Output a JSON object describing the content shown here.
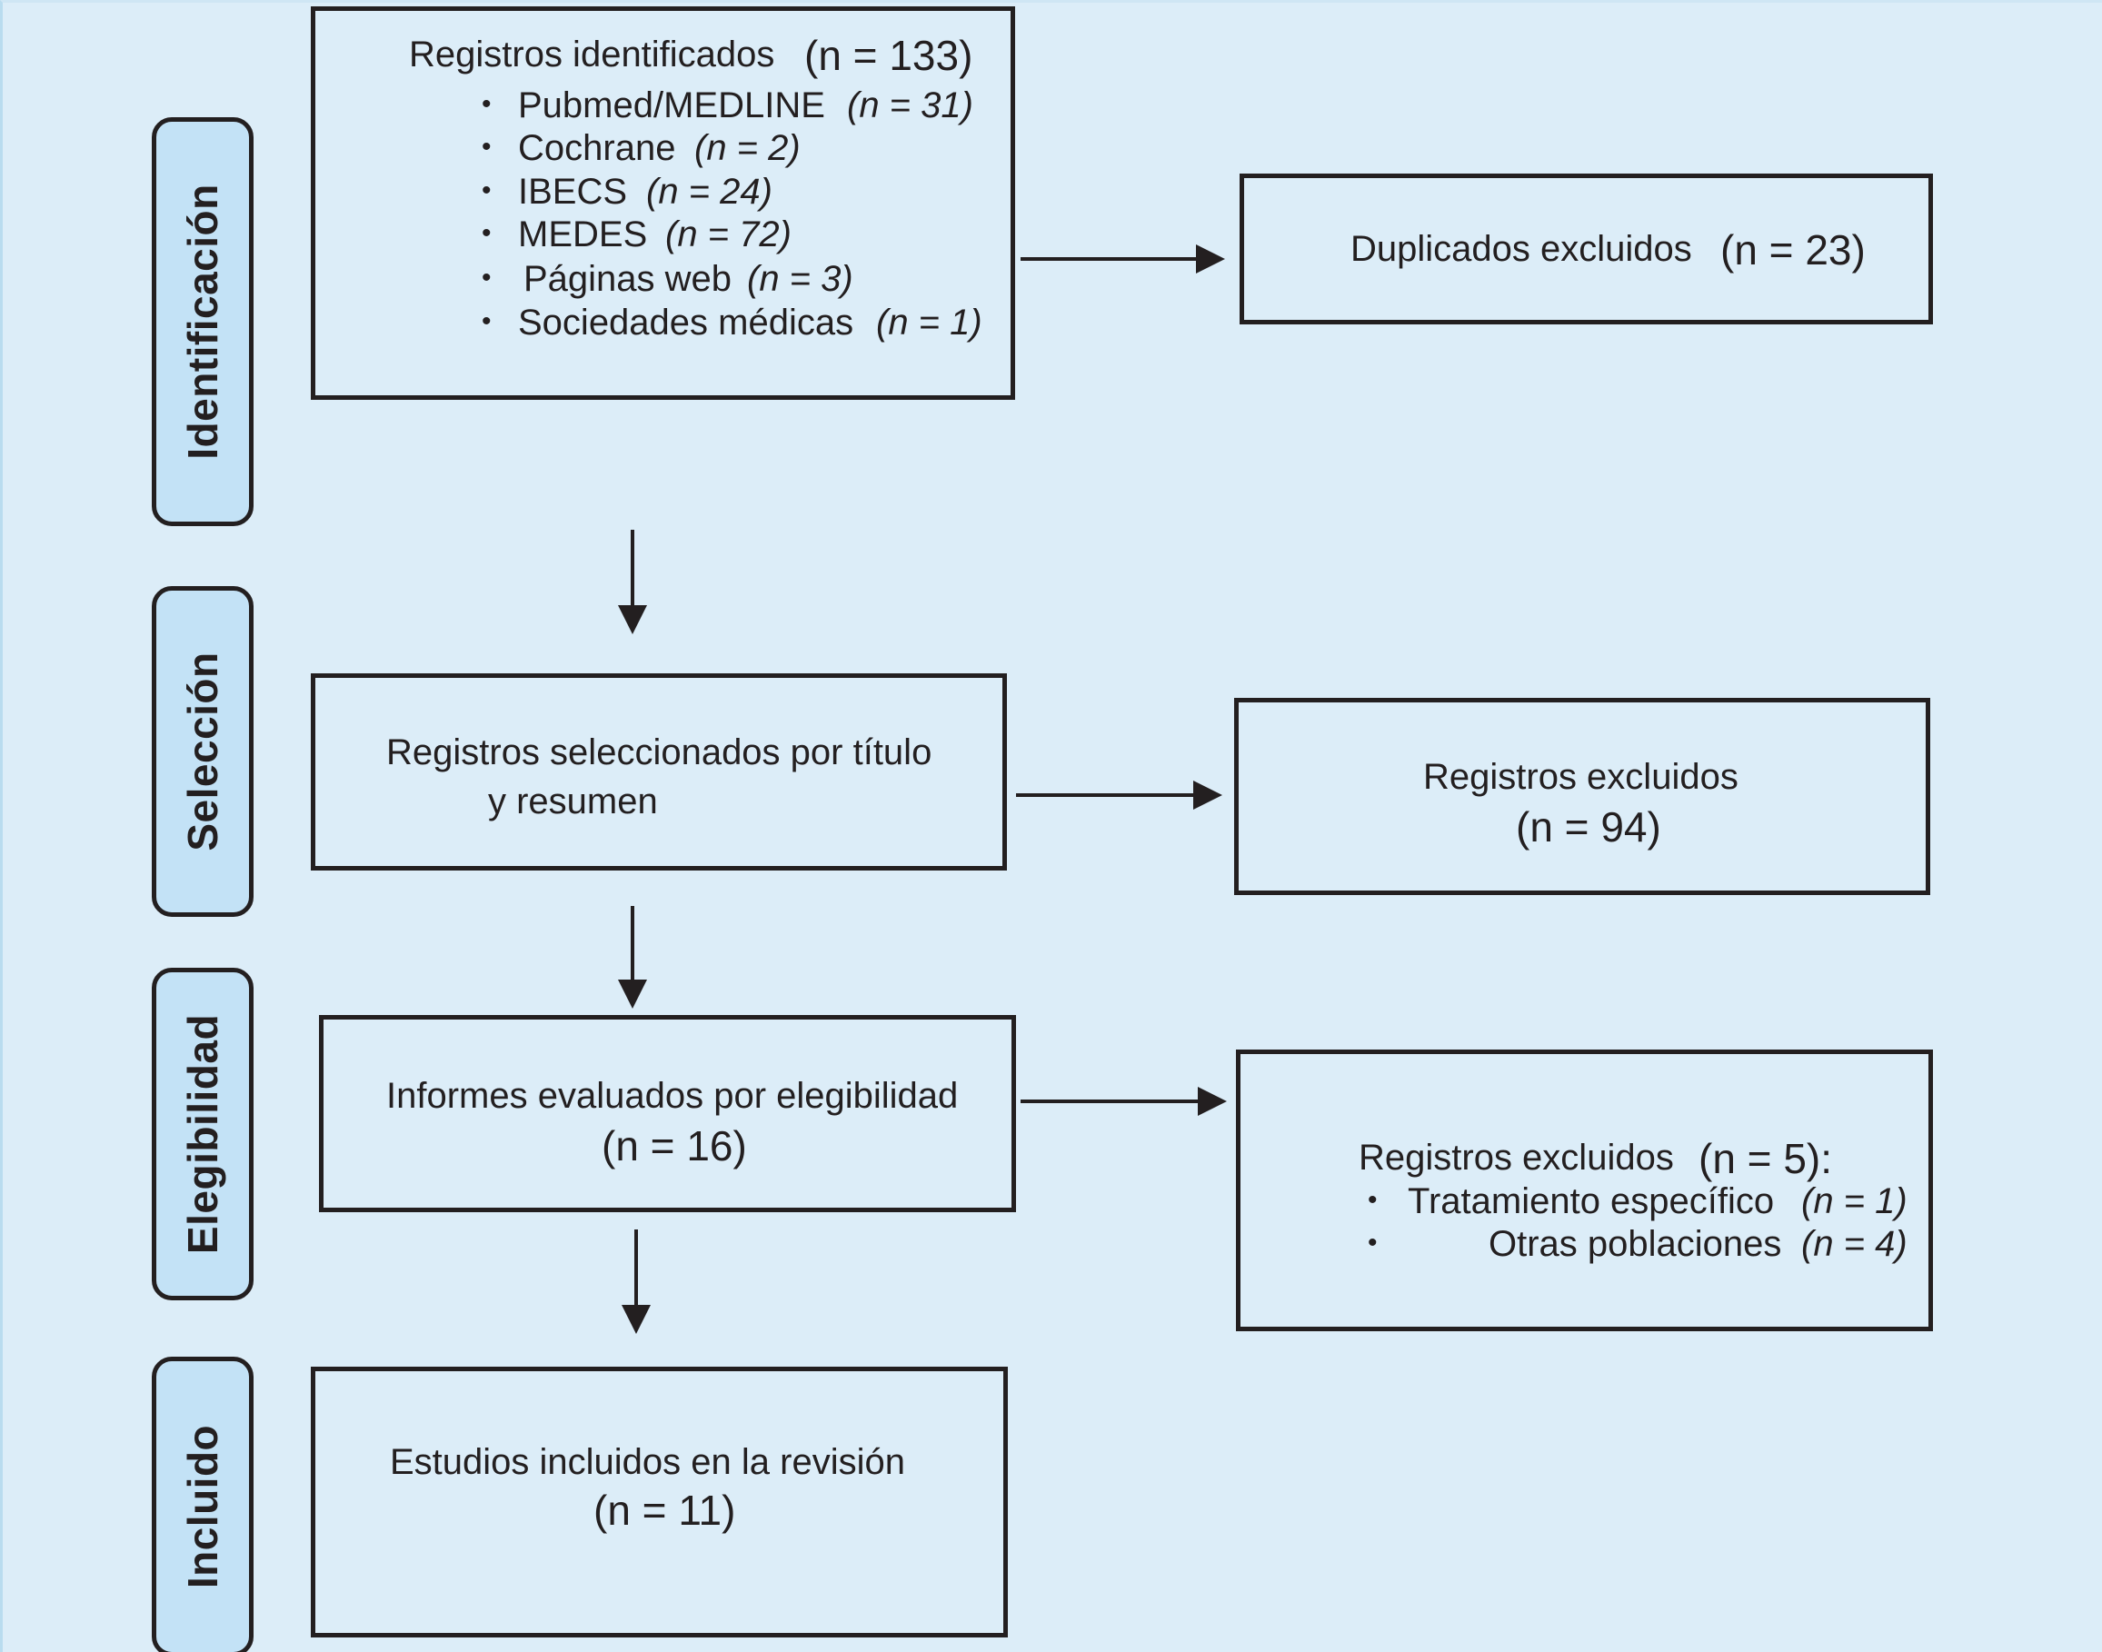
{
  "phases": {
    "identificacion": "Identificación",
    "seleccion": "Selección",
    "elegibilidad": "Elegibilidad",
    "incluido": "Incluido"
  },
  "identified": {
    "title": "Registros identificados",
    "n": "(n = 133)",
    "sources": [
      {
        "name": "Pubmed/MEDLINE",
        "n": "(n = 31)"
      },
      {
        "name": "Cochrane",
        "n": "(n = 2)"
      },
      {
        "name": "IBECS",
        "n": "(n = 24)"
      },
      {
        "name": "MEDES",
        "n": "(n = 72)"
      },
      {
        "name": "Páginas web",
        "n": "(n = 3)"
      },
      {
        "name": "Sociedades médicas",
        "n": "(n = 1)"
      }
    ],
    "bullet": "•"
  },
  "duplicates": {
    "label": "Duplicados excluidos",
    "n": "(n = 23)"
  },
  "screened": {
    "line1": "Registros seleccionados por título",
    "line2": "y resumen"
  },
  "screen_excluded": {
    "label": "Registros excluidos",
    "n": "(n = 94)"
  },
  "eligibility": {
    "label": "Informes evaluados por elegibilidad",
    "n": "(n = 16)"
  },
  "elig_excluded": {
    "label": "Registros excluidos",
    "n": "(n = 5):",
    "reasons": [
      {
        "name": "Tratamiento específico",
        "n": "(n = 1)"
      },
      {
        "name": "Otras poblaciones",
        "n": "(n = 4)"
      }
    ],
    "bullet": "•"
  },
  "included": {
    "label": "Estudios incluidos en la revisión",
    "n": "(n = 11)"
  },
  "colors": {
    "background": "#dcedf8",
    "phase_fill": "#c3e2f6",
    "stroke": "#231f20"
  }
}
